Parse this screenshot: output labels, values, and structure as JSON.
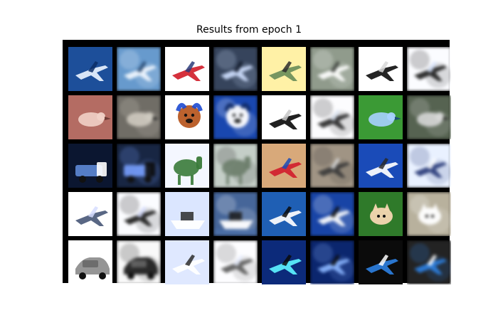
{
  "figure": {
    "title": "Results from epoch 1"
  },
  "grid": {
    "rows": 5,
    "cols": 8,
    "row_types": [
      "pairs of original image and reconstruction"
    ],
    "tiles": [
      {
        "kind": "original",
        "subject": "airplane",
        "palette": [
          "#1d4f9a",
          "#e8f2ff",
          "#0b2d66"
        ]
      },
      {
        "kind": "reconstruction",
        "subject": "airplane",
        "palette": [
          "#6fa4d8",
          "#f3f8ff",
          "#24476f"
        ]
      },
      {
        "kind": "original",
        "subject": "airplane",
        "palette": [
          "#ffffff",
          "#d11f2d",
          "#2a3c7a"
        ]
      },
      {
        "kind": "reconstruction",
        "subject": "airplane",
        "palette": [
          "#3c4a63",
          "#cfe0ff",
          "#0c1424"
        ]
      },
      {
        "kind": "original",
        "subject": "airplane",
        "palette": [
          "#fff1a6",
          "#6b8e5a",
          "#2d2d2d"
        ]
      },
      {
        "kind": "reconstruction",
        "subject": "airplane",
        "palette": [
          "#9aa596",
          "#ffffff",
          "#3c403b"
        ]
      },
      {
        "kind": "original",
        "subject": "airplane",
        "palette": [
          "#ffffff",
          "#111111",
          "#d8d8d8"
        ]
      },
      {
        "kind": "reconstruction",
        "subject": "airplane",
        "palette": [
          "#ffffff",
          "#1f1f1f",
          "#d9e6ff"
        ]
      },
      {
        "kind": "original",
        "subject": "bird",
        "palette": [
          "#b46c63",
          "#f1d2c7",
          "#6d3a34"
        ]
      },
      {
        "kind": "reconstruction",
        "subject": "bird",
        "palette": [
          "#7a776f",
          "#cfcac0",
          "#202020"
        ]
      },
      {
        "kind": "original",
        "subject": "dog",
        "palette": [
          "#ffffff",
          "#b85a23",
          "#1d4ad1"
        ]
      },
      {
        "kind": "reconstruction",
        "subject": "dog",
        "palette": [
          "#1a4bb8",
          "#ffffff",
          "#102a66"
        ]
      },
      {
        "kind": "original",
        "subject": "airplane",
        "palette": [
          "#ffffff",
          "#0d0d0d",
          "#c7c7c7"
        ]
      },
      {
        "kind": "reconstruction",
        "subject": "airplane",
        "palette": [
          "#ffffff",
          "#2b2b2b",
          "#dde6f5"
        ]
      },
      {
        "kind": "original",
        "subject": "bird",
        "palette": [
          "#3b9a35",
          "#a9d2ff",
          "#1a4a7a"
        ]
      },
      {
        "kind": "reconstruction",
        "subject": "bird",
        "palette": [
          "#5c6a56",
          "#d7d7d7",
          "#2b2b2b"
        ]
      },
      {
        "kind": "original",
        "subject": "truck",
        "palette": [
          "#0b1630",
          "#5d88d6",
          "#ffffff"
        ]
      },
      {
        "kind": "reconstruction",
        "subject": "truck",
        "palette": [
          "#1a2a4a",
          "#78a0ff",
          "#0c0c0c"
        ]
      },
      {
        "kind": "original",
        "subject": "horse",
        "palette": [
          "#f4f7ff",
          "#1a1a1a",
          "#3a7a3a"
        ]
      },
      {
        "kind": "reconstruction",
        "subject": "horse",
        "palette": [
          "#cfd7d2",
          "#2e2e2e",
          "#6c7d6a"
        ]
      },
      {
        "kind": "original",
        "subject": "airplane",
        "palette": [
          "#d8a97a",
          "#d11f2d",
          "#1a4bb8"
        ]
      },
      {
        "kind": "reconstruction",
        "subject": "airplane",
        "palette": [
          "#9a8d7b",
          "#3b3b3b",
          "#d6d6d6"
        ]
      },
      {
        "kind": "original",
        "subject": "airplane",
        "palette": [
          "#1a4bb8",
          "#ffffff",
          "#2a2a2a"
        ]
      },
      {
        "kind": "reconstruction",
        "subject": "airplane",
        "palette": [
          "#e7f0ff",
          "#2a3c7a",
          "#ffffff"
        ]
      },
      {
        "kind": "original",
        "subject": "airplane",
        "palette": [
          "#ffffff",
          "#4b5a7a",
          "#d6ddff"
        ]
      },
      {
        "kind": "reconstruction",
        "subject": "airplane",
        "palette": [
          "#ffffff",
          "#1c1c1c",
          "#d6ddff"
        ]
      },
      {
        "kind": "original",
        "subject": "ship",
        "palette": [
          "#dbe6ff",
          "#ffffff",
          "#2c2c2c"
        ]
      },
      {
        "kind": "reconstruction",
        "subject": "ship",
        "palette": [
          "#4b6fa8",
          "#ffffff",
          "#1a1a1a"
        ]
      },
      {
        "kind": "original",
        "subject": "airplane",
        "palette": [
          "#1f5fb4",
          "#ffffff",
          "#0b0b0b"
        ]
      },
      {
        "kind": "reconstruction",
        "subject": "airplane",
        "palette": [
          "#1a4bb8",
          "#ffffff",
          "#0b0b0b"
        ]
      },
      {
        "kind": "original",
        "subject": "cat",
        "palette": [
          "#2f7a2a",
          "#f5d7b2",
          "#ffffff"
        ]
      },
      {
        "kind": "reconstruction",
        "subject": "cat",
        "palette": [
          "#c8c0aa",
          "#ffffff",
          "#2f2f2f"
        ]
      },
      {
        "kind": "original",
        "subject": "car",
        "palette": [
          "#ffffff",
          "#8f8f8f",
          "#222222"
        ]
      },
      {
        "kind": "reconstruction",
        "subject": "car",
        "palette": [
          "#ffffff",
          "#202020",
          "#c7c7c7"
        ]
      },
      {
        "kind": "original",
        "subject": "airplane",
        "palette": [
          "#dfe8ff",
          "#ffffff",
          "#2b2b2b"
        ]
      },
      {
        "kind": "reconstruction",
        "subject": "airplane",
        "palette": [
          "#ffffff",
          "#5c5c5c",
          "#e9efff"
        ]
      },
      {
        "kind": "original",
        "subject": "airplane",
        "palette": [
          "#0c2a7a",
          "#5df2ff",
          "#0b0b0b"
        ]
      },
      {
        "kind": "reconstruction",
        "subject": "airplane",
        "palette": [
          "#0c2a7a",
          "#8bb6ff",
          "#0b0b0b"
        ]
      },
      {
        "kind": "original",
        "subject": "airplane",
        "palette": [
          "#0b0b0b",
          "#2d7fe0",
          "#ffffff"
        ]
      },
      {
        "kind": "reconstruction",
        "subject": "airplane",
        "palette": [
          "#0b0b0b",
          "#2d7fe0",
          "#ffffff"
        ]
      }
    ]
  }
}
